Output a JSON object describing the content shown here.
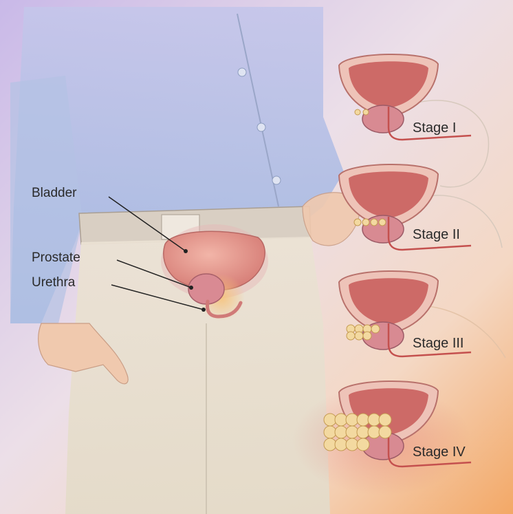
{
  "anatomy_labels": {
    "bladder": "Bladder",
    "prostate": "Prostate",
    "urethra": "Urethra"
  },
  "stages": [
    {
      "label": "Stage I"
    },
    {
      "label": "Stage II"
    },
    {
      "label": "Stage III"
    },
    {
      "label": "Stage IV"
    }
  ],
  "colors": {
    "background_left": "#c8b8e6",
    "background_center": "#f3e6df",
    "background_right": "#f6b070",
    "shirt": "#a9bde0",
    "trousers": "#e8dfcf",
    "skin": "#f0c9b0",
    "bladder": "#e09088",
    "bladder_inner": "#c75a58",
    "prostate": "#d88a92",
    "tumor": "#f3d9a0",
    "urethra": "#c4504e",
    "leader_line": "#222222"
  }
}
